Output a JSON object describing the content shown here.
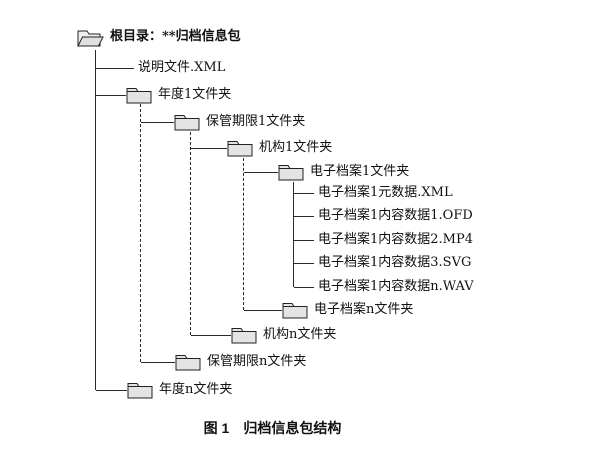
{
  "diagram": {
    "caption": "图 1　归档信息包结构",
    "accent_color": "#2a2a2a",
    "folder_fill": "#e4e4e4",
    "nodes": {
      "root": {
        "label": "根目录：**归档信息包",
        "type": "open-folder"
      },
      "manifest": {
        "label": "说明文件.XML",
        "type": "file"
      },
      "year1": {
        "label": "年度1文件夹",
        "type": "folder"
      },
      "retention1": {
        "label": "保管期限1文件夹",
        "type": "folder"
      },
      "org1": {
        "label": "机构1文件夹",
        "type": "folder"
      },
      "record1": {
        "label": "电子档案1文件夹",
        "type": "folder"
      },
      "meta1": {
        "label": "电子档案1元数据.XML",
        "type": "file"
      },
      "content1": {
        "label": "电子档案1内容数据1.OFD",
        "type": "file"
      },
      "content2": {
        "label": "电子档案1内容数据2.MP4",
        "type": "file"
      },
      "content3": {
        "label": "电子档案1内容数据3.SVG",
        "type": "file"
      },
      "contentN": {
        "label": "电子档案1内容数据n.WAV",
        "type": "file"
      },
      "recordN": {
        "label": "电子档案n文件夹",
        "type": "folder"
      },
      "orgN": {
        "label": "机构n文件夹",
        "type": "folder"
      },
      "retentionN": {
        "label": "保管期限n文件夹",
        "type": "folder"
      },
      "yearN": {
        "label": "年度n文件夹",
        "type": "folder"
      }
    }
  }
}
